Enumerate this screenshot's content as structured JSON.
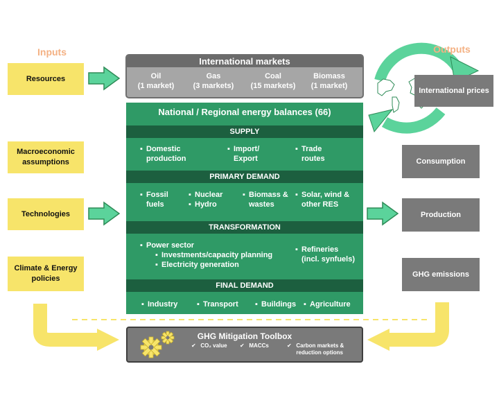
{
  "inputs": {
    "header": "Inputs",
    "items": [
      "Resources",
      "Macroeconomic\nassumptions",
      "Technologies",
      "Climate & Energy\npolicies"
    ]
  },
  "outputs": {
    "header": "Outputs",
    "items": [
      "International prices",
      "Consumption",
      "Production",
      "GHG emissions"
    ]
  },
  "international_markets": {
    "title": "International markets",
    "markets": [
      "Oil\n(1 market)",
      "Gas\n(3 markets)",
      "Coal\n(15 markets)",
      "Biomass\n(1 market)"
    ]
  },
  "national": {
    "title": "National / Regional energy balances (66)",
    "supply": {
      "label": "SUPPLY",
      "items": [
        "Domestic\nproduction",
        "Import/\nExport",
        "Trade\nroutes"
      ]
    },
    "primary_demand": {
      "label": "PRIMARY DEMAND",
      "items": [
        "Fossil\nfuels",
        "Nuclear",
        "Hydro",
        "Biomass &\nwastes",
        "Solar, wind &\nother RES"
      ]
    },
    "transformation": {
      "label": "TRANSFORMATION",
      "items": [
        "Power sector",
        "Investments/capacity planning",
        "Electricity generation",
        "Refineries\n(incl. synfuels)"
      ]
    },
    "final_demand": {
      "label": "FINAL DEMAND",
      "items": [
        "Industry",
        "Transport",
        "Buildings",
        "Agriculture"
      ]
    }
  },
  "toolbox": {
    "title": "GHG Mitigation Toolbox",
    "items": [
      "CO₂ value",
      "MACCs",
      "Carbon markets &\nreduction options"
    ]
  },
  "colors": {
    "input_box": "#f7e46a",
    "output_box": "#7a7a7a",
    "national_green": "#2f9a66",
    "band_dark_green": "#1c5f3f",
    "arrow_green": "#5bd39b",
    "arrow_yellow": "#f7e46a",
    "header_orange": "#f4b183"
  }
}
